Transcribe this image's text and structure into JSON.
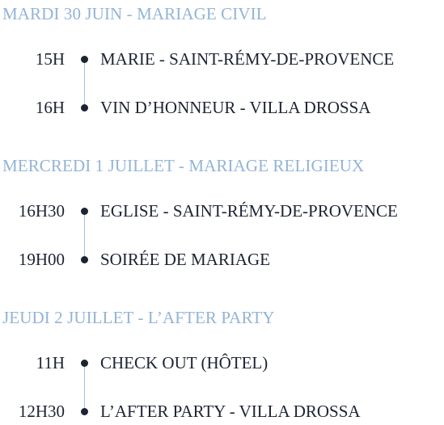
{
  "days": [
    {
      "title": "MARDI 30 JUIN - MARIAGE CIVIL",
      "events": [
        {
          "time": "15H",
          "label": "MARIE - SAINT-RÉMY-DE-PROVENCE"
        },
        {
          "time": "16H",
          "label": "VIN D’HONNEUR - VILLA DROSSA"
        }
      ]
    },
    {
      "title": "MERCREDI 1 JUILLET - MARIAGE RELIGIEUX",
      "events": [
        {
          "time": "16H30",
          "label": "EGLISE - SAINT-RÉMY-DE-PROVENCE"
        },
        {
          "time": "19H00",
          "label": "SOIRÉE DE MARIAGE"
        }
      ]
    },
    {
      "title": "JEUDI 2 JUILLET - L’AFTER PARTY",
      "events": [
        {
          "time": "11H",
          "label": "CHECK OUT (HÔTEL)"
        },
        {
          "time": "12H30",
          "label": "L’AFTER PARTY - VILLA DROSSA"
        }
      ]
    }
  ],
  "colors": {
    "title": "#93b4d6",
    "text": "#1c2333",
    "line": "#a9c2dc"
  }
}
